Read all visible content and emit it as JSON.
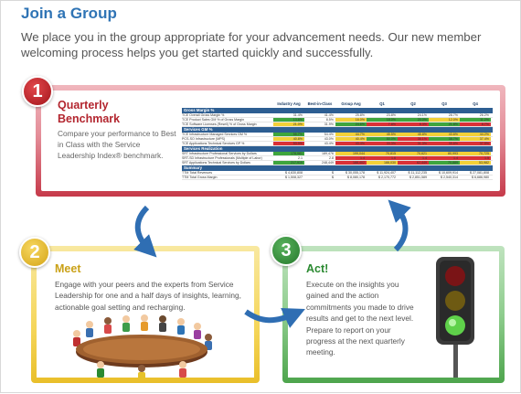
{
  "page": {
    "title": "Join a Group",
    "intro": "We place you in the group appropriate for your advancement needs. Our new member welcoming process helps you get started quickly and successfully."
  },
  "steps": [
    {
      "number": "1",
      "heading_line1": "Quarterly",
      "heading_line2": "Benchmark",
      "description": "Compare your performance to Best in Class with the Service Leadership Index® benchmark.",
      "color": "#c63a4a"
    },
    {
      "number": "2",
      "heading": "Meet",
      "description": "Engage with your peers and the experts from Service Leadership for one and a half days of insights, learning, actionable goal setting and recharging.",
      "color": "#e9bf2a"
    },
    {
      "number": "3",
      "heading": "Act!",
      "description": "Execute on the insights you gained and the action commitments you made to drive results and get to the next level. Prepare to report on your progress at the next quarterly meeting.",
      "color": "#4ea54d"
    }
  ],
  "benchmark_table": {
    "columns": [
      "Industry Avg",
      "Best-in-Class",
      "Group Avg",
      "Q1",
      "Q2",
      "Q3",
      "Q4"
    ],
    "sections": [
      {
        "name": "Gross Margin %",
        "rows": [
          {
            "label": "TCE Overall Gross Margin %",
            "cells": [
              "31.4%",
              "41.4%",
              "25.8%",
              "23.8%",
              "24.1%",
              "28.7%",
              "26.2%"
            ],
            "colors": [
              "",
              "",
              "",
              "",
              "",
              "",
              ""
            ]
          },
          {
            "label": "TCE Product Sales GM % of Gross Margin",
            "cells": [
              "13.6%",
              "8.5%",
              "16.0%",
              "18.0%",
              "20.0%",
              "12.0%",
              "11.2%"
            ],
            "colors": [
              "g",
              "",
              "y",
              "g",
              "g",
              "y",
              "g"
            ]
          },
          {
            "label": "TCE Software Licenses (Resell) % of Gross Margin",
            "cells": [
              "21.0%",
              "31.9%",
              "24.6%",
              "7.8%",
              "8.3%",
              "21.8%",
              "8.7%"
            ],
            "colors": [
              "y",
              "",
              "g",
              "r",
              "r",
              "g",
              "r"
            ]
          }
        ]
      },
      {
        "name": "Services GM %",
        "rows": [
          {
            "label": "TCE Infrastructure Managed Services GM %",
            "cells": [
              "55.7%",
              "54.4%",
              "44.7%",
              "45.5%",
              "45.8%",
              "43.6%",
              "44.2%"
            ],
            "colors": [
              "g",
              "",
              "y",
              "y",
              "y",
              "y",
              "y"
            ]
          },
          {
            "label": "PCS-SO Infrastructure (MPS)",
            "cells": [
              "40.8%",
              "43.0%",
              "40.4%",
              "50.0%",
              "36.1%",
              "38.7%",
              "37.4%"
            ],
            "colors": [
              "y",
              "",
              "y",
              "g",
              "r",
              "g",
              "y"
            ]
          },
          {
            "label": "TCE Applications Technical Services GP %",
            "cells": [
              "53.9%",
              "43.4%",
              "43.4%",
              "33.3%",
              "31.3%",
              "39.6%",
              "37.5%"
            ],
            "colors": [
              "r",
              "",
              "r",
              "r",
              "r",
              "r",
              "r"
            ]
          }
        ]
      },
      {
        "name": "Services Realization",
        "rows": [
          {
            "label": "SRT Infrastructure Professional Services by Dollars",
            "cells": [
              "178,981",
              "189,476",
              "199,044",
              "70,815",
              "70,621",
              "80,993",
              "70,725"
            ],
            "colors": [
              "g",
              "",
              "y",
              "y",
              "y",
              "y",
              "y"
            ]
          },
          {
            "label": "SRT-SD Infrastructure Professionals (Multiple of Labor)",
            "cells": [
              "2.1",
              "2.8",
              "1.4",
              "1.6",
              "1.4",
              "1.4",
              "1.5"
            ],
            "colors": [
              "",
              "",
              "r",
              "r",
              "r",
              "r",
              "r"
            ]
          },
          {
            "label": "SRT Applications Technical Services by Dollars",
            "cells": [
              "217,919",
              "248,449",
              "188,402",
              "188,030",
              "62,449",
              "70,889",
              "53,982"
            ],
            "colors": [
              "g",
              "",
              "r",
              "y",
              "r",
              "g",
              "y"
            ]
          }
        ]
      },
      {
        "name": "Summary",
        "rows": [
          {
            "label": "TTM Total Revenues",
            "cells": [
              "$ 4,630,808",
              "$",
              "$ 30,055,178",
              "$ 11,924,407",
              "$ 11,112,235",
              "$ 10,609,914",
              "$ 27,081,808"
            ],
            "colors": [
              "",
              "",
              "",
              "",
              "",
              "",
              ""
            ]
          },
          {
            "label": "TTM Total Gross Margin",
            "cells": [
              "$ 1,508,327",
              "$",
              "$ 8,080,178",
              "$ 2,170,772",
              "$ 2,851,589",
              "$ 2,540,314",
              "$ 6,686,980"
            ],
            "colors": [
              "",
              "",
              "",
              "",
              "",
              "",
              ""
            ]
          }
        ]
      }
    ]
  },
  "accent_colors": {
    "title": "#2f74b5",
    "arrow": "#2f6eb3"
  }
}
